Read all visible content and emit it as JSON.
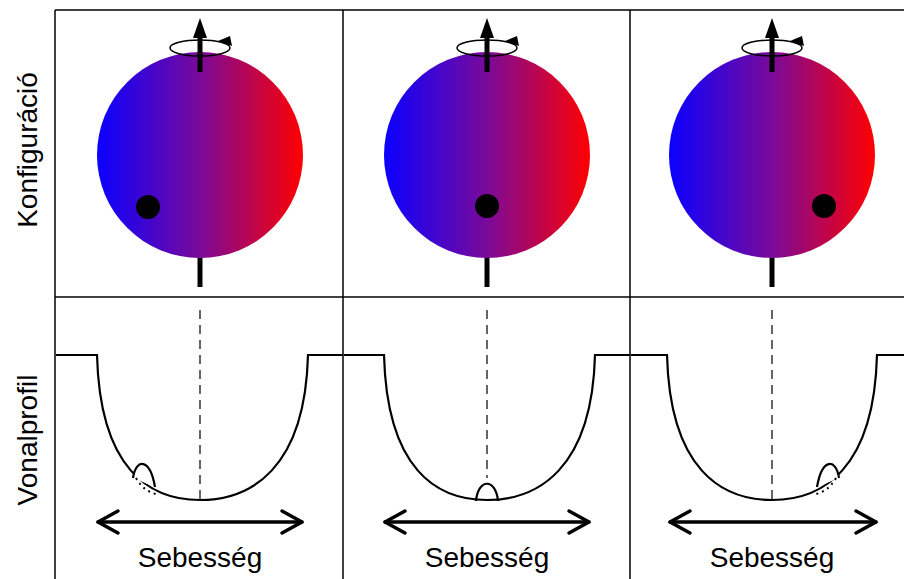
{
  "diagram": {
    "labels": [
      "Konfiguráció",
      "Vonalprofil",
      "Sebesség",
      "Sebesség",
      "Sebesség"
    ]
  }
}
